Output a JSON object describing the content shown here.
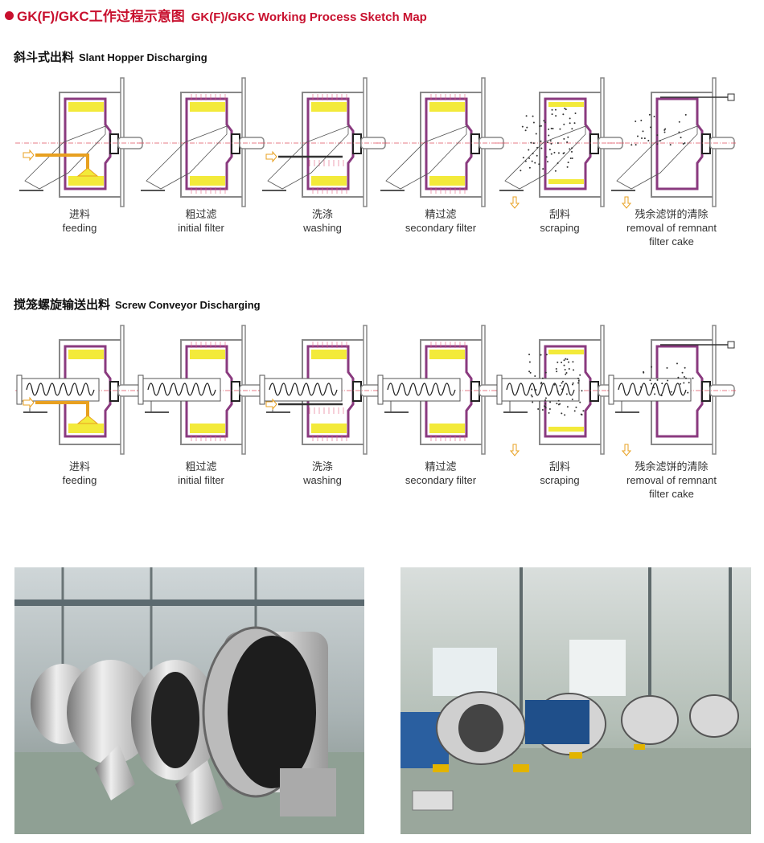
{
  "title": {
    "cn": "GK(F)/GKC工作过程示意图",
    "en": "GK(F)/GKC Working Process Sketch Map"
  },
  "sections": [
    {
      "cn": "斜斗式出料",
      "en": "Slant Hopper Discharging",
      "discharge": "hopper",
      "steps": [
        {
          "cn": "进料",
          "en": "feeding",
          "mode": "feeding"
        },
        {
          "cn": "粗过滤",
          "en": "initial filter",
          "mode": "initial"
        },
        {
          "cn": "洗涤",
          "en": "washing",
          "mode": "washing"
        },
        {
          "cn": "精过滤",
          "en": "secondary filter",
          "mode": "secondary"
        },
        {
          "cn": "刮料",
          "en": "scraping",
          "mode": "scraping"
        },
        {
          "cn": "残余滤饼的清除",
          "en": "removal of remnant",
          "en2": "filter cake",
          "mode": "removal"
        }
      ]
    },
    {
      "cn": "搅笼螺旋输送出料",
      "en": "Screw Conveyor Discharging",
      "discharge": "screw",
      "steps": [
        {
          "cn": "进料",
          "en": "feeding",
          "mode": "feeding"
        },
        {
          "cn": "粗过滤",
          "en": "initial filter",
          "mode": "initial"
        },
        {
          "cn": "洗涤",
          "en": "washing",
          "mode": "washing"
        },
        {
          "cn": "精过滤",
          "en": "secondary filter",
          "mode": "secondary"
        },
        {
          "cn": "刮料",
          "en": "scraping",
          "mode": "scraping"
        },
        {
          "cn": "残余滤饼的清除",
          "en": "removal of remnant",
          "en2": "filter cake",
          "mode": "removal"
        }
      ]
    }
  ],
  "colors": {
    "accent": "#c8102e",
    "cake": "#f3ea3a",
    "drum": "#8a3a7f",
    "feed": "#e8a020",
    "frame": "#888888"
  }
}
